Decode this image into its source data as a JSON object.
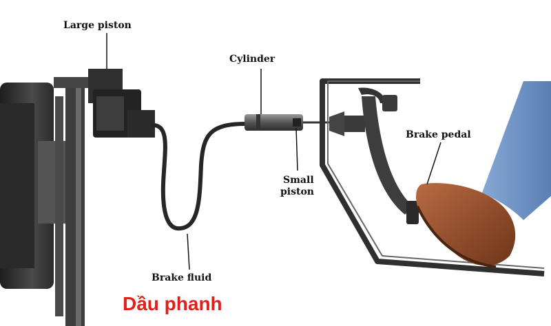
{
  "labels": {
    "large_piston": "Large piston",
    "cylinder": "Cylinder",
    "small_piston_line1": "Small",
    "small_piston_line2": "piston",
    "brake_pedal": "Brake pedal",
    "brake_fluid": "Brake fluid",
    "brake_fluid_vn": "Dầu phanh"
  },
  "colors": {
    "label_text": "#111111",
    "vn_label": "#e0201b",
    "metal_dark": "#3a3a3a",
    "shoe_brown": "#8b4a2b",
    "jeans_blue": "#6f93c4"
  }
}
